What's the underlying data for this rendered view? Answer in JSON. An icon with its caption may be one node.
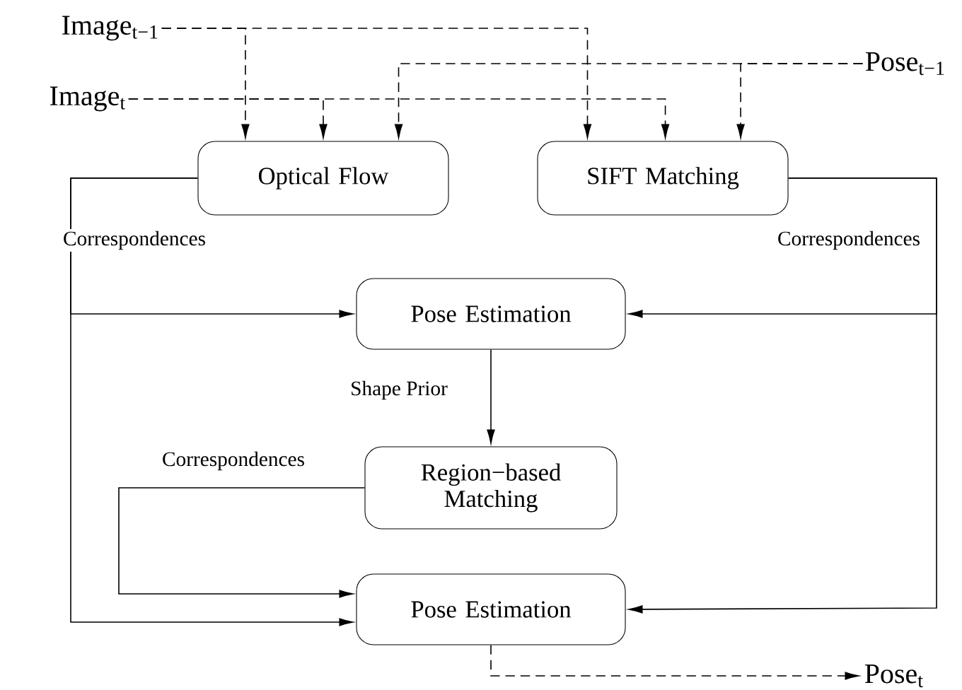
{
  "diagram": {
    "nodes": [
      {
        "text": [
          "Image$_{t−1}$"
        ]
      },
      {
        "text": [
          "Pose$_{t−1}$"
        ]
      },
      {
        "text": [
          "Image$_{t}$"
        ]
      },
      {
        "text": [
          "Optical Flow"
        ]
      },
      {
        "text": [
          "SIFT Matching"
        ]
      },
      {
        "text": [
          "Pose Estimation"
        ]
      },
      {
        "text": [
          "Region−based Matching"
        ]
      },
      {
        "text": [
          "Pose Estimation"
        ]
      },
      {
        "text": [
          "Pose$_{t}$"
        ]
      }
    ],
    "edges": [
      {
        "from": 0,
        "to": 3,
        "arrow": "to",
        "style": "dashed"
      },
      {
        "from": 0,
        "to": 4,
        "arrow": "to",
        "style": "dashed"
      },
      {
        "from": 2,
        "to": 3,
        "arrow": "to",
        "style": "dashed"
      },
      {
        "from": 2,
        "to": 4,
        "arrow": "to",
        "style": "dashed"
      },
      {
        "from": 1,
        "to": 3,
        "arrow": "to",
        "style": "dashed"
      },
      {
        "from": 1,
        "to": 4,
        "arrow": "to",
        "style": "dashed"
      },
      {
        "from": 3,
        "to": 5,
        "arrow": "to",
        "label": "Correspondences"
      },
      {
        "from": 3,
        "to": 7,
        "arrow": "to"
      },
      {
        "from": 4,
        "to": 5,
        "arrow": "to",
        "label": "Correspondences"
      },
      {
        "from": 4,
        "to": 7,
        "arrow": "to"
      },
      {
        "from": 5,
        "to": 6,
        "arrow": "to",
        "label": "Shape Prior"
      },
      {
        "from": 6,
        "to": 7,
        "arrow": "to",
        "label": "Correspondences"
      },
      {
        "from": 7,
        "to": 8,
        "arrow": "to",
        "style": "dashed"
      }
    ]
  }
}
